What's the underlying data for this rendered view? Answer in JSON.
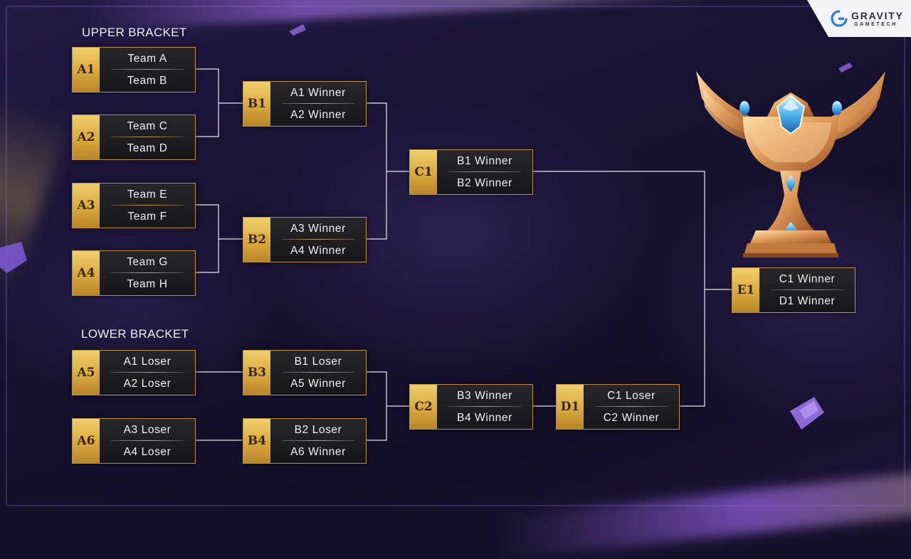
{
  "logo": {
    "name": "GRAVITY",
    "sub": "GAMETECH",
    "brand_color": "#2a7bd8"
  },
  "sections": {
    "upper": "UPPER BRACKET",
    "lower": "LOWER BRACKET"
  },
  "colors": {
    "accent_gold": "#c9a24d",
    "connector": "#ffffff",
    "background": "#14102a"
  },
  "matches": {
    "A1": {
      "id": "A1",
      "top": "Team A",
      "bottom": "Team B"
    },
    "A2": {
      "id": "A2",
      "top": "Team C",
      "bottom": "Team D"
    },
    "A3": {
      "id": "A3",
      "top": "Team E",
      "bottom": "Team F"
    },
    "A4": {
      "id": "A4",
      "top": "Team G",
      "bottom": "Team H"
    },
    "B1": {
      "id": "B1",
      "top": "A1 Winner",
      "bottom": "A2 Winner"
    },
    "B2": {
      "id": "B2",
      "top": "A3 Winner",
      "bottom": "A4 Winner"
    },
    "C1": {
      "id": "C1",
      "top": "B1 Winner",
      "bottom": "B2 Winner"
    },
    "A5": {
      "id": "A5",
      "top": "A1 Loser",
      "bottom": "A2 Loser"
    },
    "A6": {
      "id": "A6",
      "top": "A3 Loser",
      "bottom": "A4 Loser"
    },
    "B3": {
      "id": "B3",
      "top": "B1 Loser",
      "bottom": "A5 Winner"
    },
    "B4": {
      "id": "B4",
      "top": "B2 Loser",
      "bottom": "A6 Winner"
    },
    "C2": {
      "id": "C2",
      "top": "B3 Winner",
      "bottom": "B4 Winner"
    },
    "D1": {
      "id": "D1",
      "top": "C1 Loser",
      "bottom": "C2 Winner"
    },
    "E1": {
      "id": "E1",
      "top": "C1 Winner",
      "bottom": "D1 Winner"
    }
  }
}
